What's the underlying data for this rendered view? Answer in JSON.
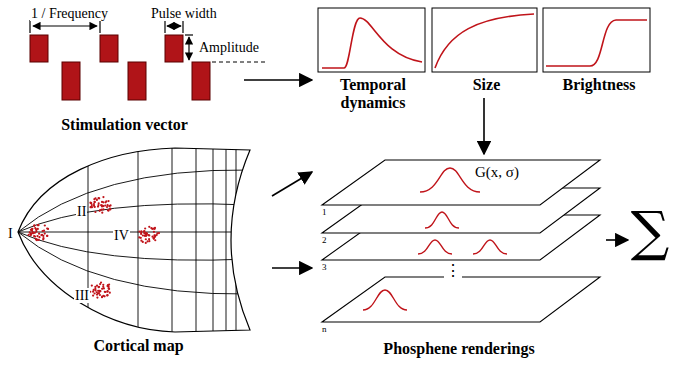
{
  "diagram": {
    "nodes": [
      {
        "text": [
          "Stimulation vector"
        ]
      },
      {
        "text": [
          "Temporal dynamics"
        ]
      },
      {
        "text": [
          "Size"
        ]
      },
      {
        "text": [
          "Brightness"
        ]
      },
      {
        "text": [
          "Cortical map"
        ]
      },
      {
        "text": [
          "Phosphene renderings"
        ]
      },
      {
        "text": [
          "∑"
        ]
      }
    ],
    "edges": [
      {
        "from": 0,
        "to": 1,
        "arrow": "to"
      },
      {
        "from": 2,
        "to": 5,
        "arrow": "to"
      },
      {
        "from": 4,
        "to": 5,
        "arrow": "to"
      },
      {
        "from": 4,
        "to": 5,
        "arrow": "to"
      },
      {
        "from": 5,
        "to": 6,
        "arrow": "to"
      }
    ],
    "labels": [
      "1 / Frequency",
      "Pulse width",
      "Amplitude",
      "I",
      "II",
      "III",
      "IV",
      "G(x, σ)",
      "1",
      "2",
      "3",
      "n",
      "⋮"
    ]
  }
}
